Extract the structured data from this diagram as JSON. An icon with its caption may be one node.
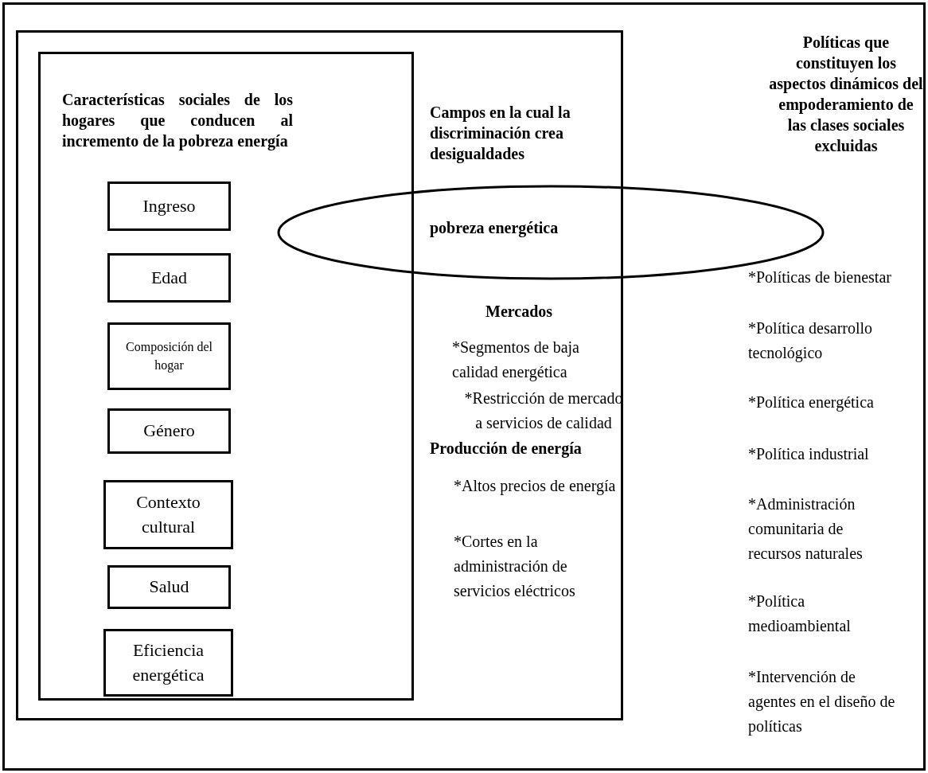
{
  "diagram": {
    "nodes": [
      {
        "text": [
          "Políticas que constituyen los aspectos dinámicos del empoderamiento de las clases sociales excluidas",
          "*Políticas de bienestar",
          "*Política desarrollo tecnológico",
          "*Política energética",
          "*Política industrial",
          "*Administración comunitaria de recursos naturales",
          "*Política medioambiental",
          "*Intervención de agentes en el diseño de políticas"
        ]
      },
      {
        "text": [
          "Campos en la cual la discriminación crea desigualdades",
          "Mercados",
          "*Segmentos de baja calidad energética",
          "*Restricción de mercado a servicios de calidad",
          "Producción de energía",
          "*Altos precios de energía",
          "*Cortes en la administración de servicios eléctricos"
        ],
        "in": 0
      },
      {
        "text": [
          "Características sociales de los hogares que conducen al incremento de la pobreza energía"
        ],
        "in": 1
      },
      {
        "text": [
          "Ingreso"
        ],
        "in": 2
      },
      {
        "text": [
          "Edad"
        ],
        "in": 2
      },
      {
        "text": [
          "Composición del hogar"
        ],
        "in": 2
      },
      {
        "text": [
          "Género"
        ],
        "in": 2
      },
      {
        "text": [
          "Contexto cultural"
        ],
        "in": 2
      },
      {
        "text": [
          "Salud"
        ],
        "in": 2
      },
      {
        "text": [
          "Eficiencia energética"
        ],
        "in": 2
      },
      {
        "text": [
          "pobreza energética"
        ],
        "in": 0
      }
    ]
  }
}
